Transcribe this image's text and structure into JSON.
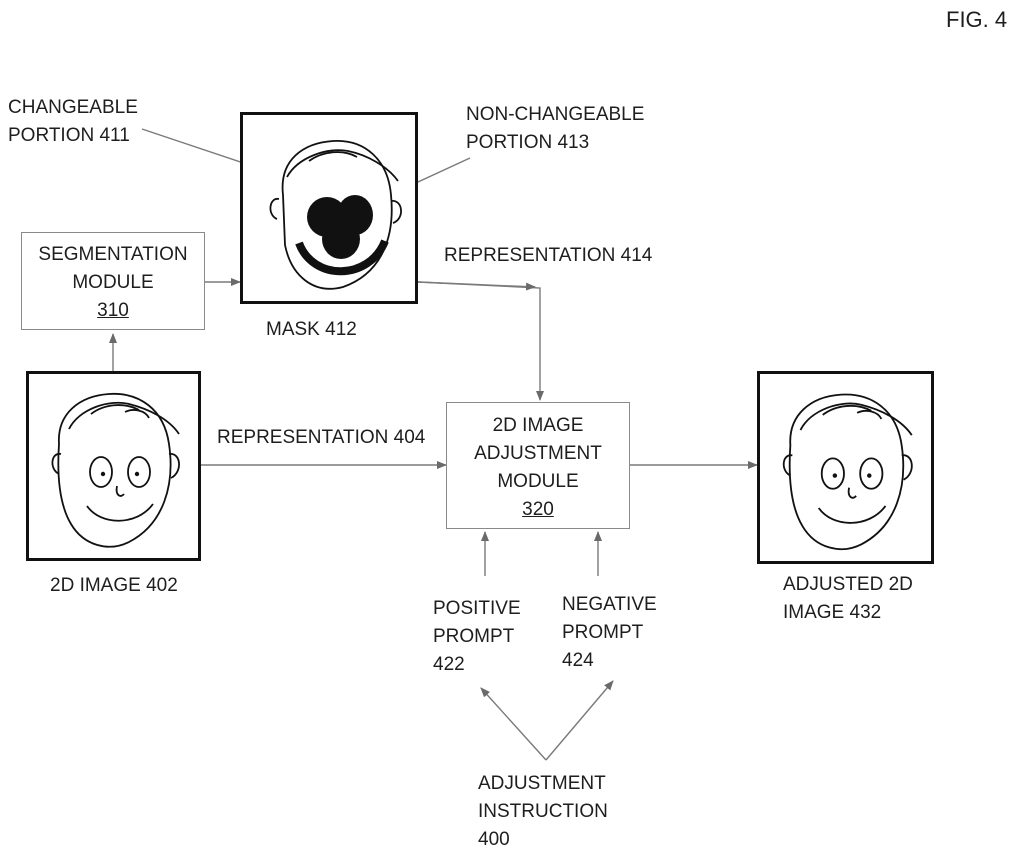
{
  "figure_label": "FIG. 4",
  "labels": {
    "changeable": [
      "CHANGEABLE",
      "PORTION 411"
    ],
    "non_changeable": [
      "NON-CHANGEABLE",
      "PORTION 413"
    ],
    "representation_414": "REPRESENTATION 414",
    "representation_404": "REPRESENTATION 404",
    "mask": "MASK 412",
    "image_2d": "2D IMAGE 402",
    "adjusted": [
      "ADJUSTED 2D",
      "IMAGE 432"
    ],
    "positive_prompt": [
      "POSITIVE",
      "PROMPT",
      "422"
    ],
    "negative_prompt": [
      "NEGATIVE",
      "PROMPT",
      "424"
    ],
    "adjustment_instruction": [
      "ADJUSTMENT",
      "INSTRUCTION",
      "400"
    ]
  },
  "segmentation_module": {
    "lines": [
      "SEGMENTATION",
      "MODULE"
    ],
    "ref": "310"
  },
  "adjustment_module": {
    "lines": [
      "2D IMAGE",
      "ADJUSTMENT",
      "MODULE"
    ],
    "ref": "320"
  },
  "colors": {
    "line": "#7a7a7a",
    "box_border": "#8a8a8a",
    "frame": "#111111",
    "ink": "#1e1e1e"
  }
}
